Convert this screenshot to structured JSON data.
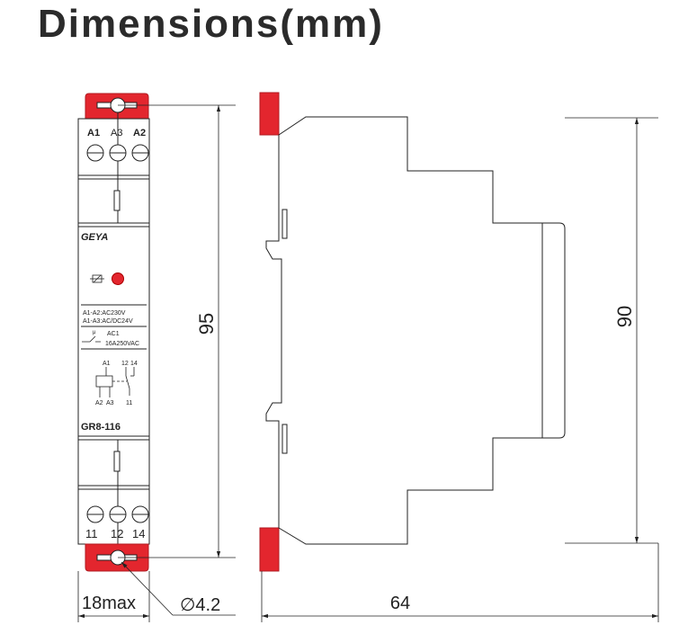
{
  "title": "Dimensions(mm)",
  "front": {
    "brand": "GEYA",
    "top_terminals": [
      "A1",
      "A3",
      "A2"
    ],
    "bottom_terminals": [
      "11",
      "12",
      "14"
    ],
    "spec1": "A1-A2:AC230V",
    "spec2": "A1-A3:AC/DC24V",
    "contact_cat": "AC1",
    "contact_rating": "16A250VAC",
    "mu": "μ",
    "diag_a1": "A1",
    "diag_a2": "A2",
    "diag_a3": "A3",
    "diag_12": "12",
    "diag_14": "14",
    "diag_11": "11",
    "model": "GR8-116"
  },
  "dimensions": {
    "height_front": "95",
    "height_side": "90",
    "width": "18max",
    "depth": "64",
    "hole": "∅4.2"
  },
  "colors": {
    "clip": "#e3262e",
    "led": "#e3262e"
  }
}
